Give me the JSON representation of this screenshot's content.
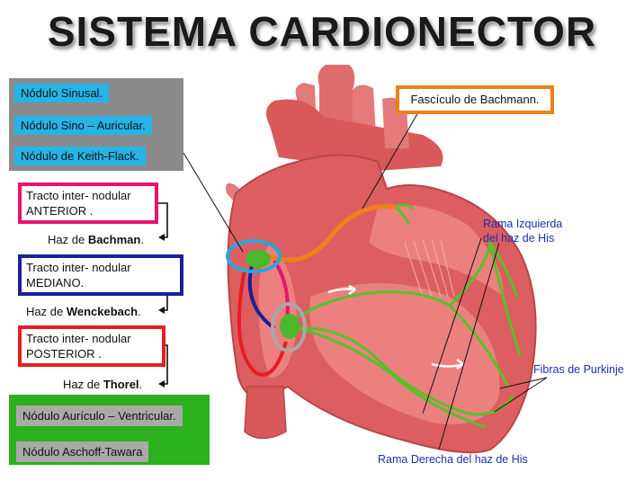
{
  "title": "SISTEMA CARDIONECTOR",
  "nodes_panel": [
    "Nódulo Sinusal.",
    "Nódulo Sino – Auricular.",
    "Nódulo de Keith-Flack."
  ],
  "tracts": [
    {
      "line1": "Tracto inter- nodular",
      "line2": "ANTERIOR .",
      "haz_prefix": "Haz de ",
      "haz_name": "Bachman",
      "haz_suffix": ".",
      "color": "#e8136b"
    },
    {
      "line1": "Tracto inter- nodular",
      "line2": "MEDIANO.",
      "haz_prefix": "Haz de ",
      "haz_name": "Wenckebach",
      "haz_suffix": ".",
      "color": "#1c1f9a"
    },
    {
      "line1": "Tracto inter- nodular",
      "line2": "POSTERIOR .",
      "haz_prefix": "Haz de ",
      "haz_name": "Thorel",
      "haz_suffix": ".",
      "color": "#e81c24"
    }
  ],
  "av_panel": [
    "Nódulo Aurículo – Ventricular.",
    "Nódulo Aschoff-Tawara"
  ],
  "bachmann_label": "Fascículo de Bachmann.",
  "right_labels": {
    "left_bundle_line1": "Rama Izquierda",
    "left_bundle_line2": "del haz de His",
    "purkinje": "Fibras de Purkinje",
    "right_bundle": "Rama Derecha del haz de His"
  },
  "colors": {
    "heart": "#d9595b",
    "heart_light": "#f08c8a",
    "conduction": "#55c22a",
    "sa_node_ring": "#27a6e0",
    "av_node_ring": "#a8a8a8",
    "bachmann": "#f07f1a"
  }
}
